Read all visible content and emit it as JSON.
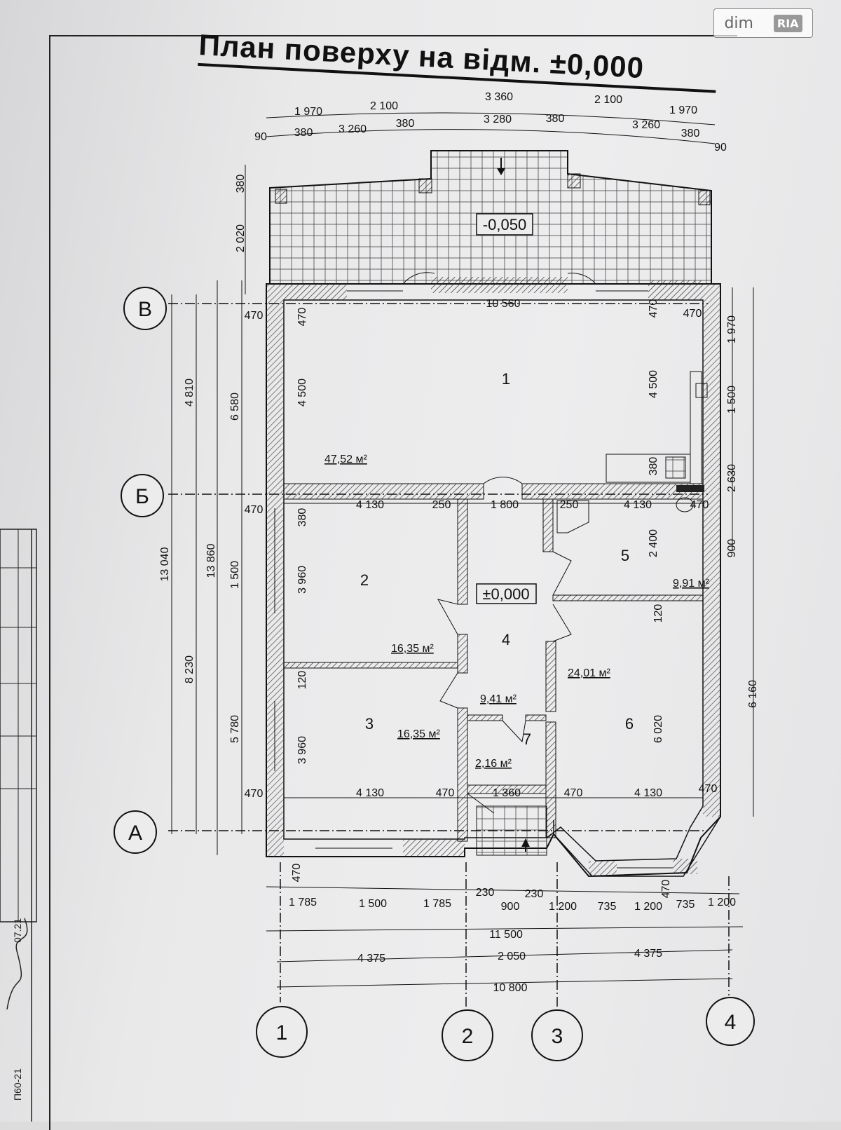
{
  "title": "План поверху на відм.  ±0,000",
  "watermark": {
    "brand": "dim",
    "badge": "RIA"
  },
  "levels": {
    "terrace": "-0,050",
    "floor": "±0,000"
  },
  "axes": {
    "letters": [
      "В",
      "Б",
      "А"
    ],
    "numbers": [
      "1",
      "2",
      "3",
      "4"
    ]
  },
  "rooms": [
    {
      "number": "1",
      "area": "47,52 м²"
    },
    {
      "number": "2",
      "area": "16,35 м²"
    },
    {
      "number": "3",
      "area": "16,35 м²"
    },
    {
      "number": "4",
      "area": "9,41 м²"
    },
    {
      "number": "5",
      "area": "9,91 м²"
    },
    {
      "number": "6",
      "area": "24,01 м²"
    },
    {
      "number": "7",
      "area": "2,16 м²"
    }
  ],
  "dimensions": {
    "top_row1": [
      "1 970",
      "2 100",
      "3 360",
      "2 100",
      "1 970"
    ],
    "top_row2": [
      "90",
      "380",
      "3 260",
      "380",
      "3 280",
      "380",
      "3 260",
      "380",
      "90"
    ],
    "left_terrace": [
      "380",
      "2 020"
    ],
    "left_outer": [
      "13 040",
      "13 860"
    ],
    "left_row1": [
      "4 810",
      "8 230"
    ],
    "left_row2": [
      "6 580",
      "1 500",
      "5 780"
    ],
    "left_row3": [
      "470",
      "470",
      "470",
      "470",
      "470"
    ],
    "left_inner": [
      "470",
      "4 500",
      "380",
      "3 960",
      "120",
      "3 960"
    ],
    "right_inner": [
      "470",
      "4 500",
      "380",
      "2 400",
      "120",
      "6 020",
      "470"
    ],
    "right_outer": [
      "1 970",
      "1 500",
      "2 630",
      "900",
      "6 160"
    ],
    "interior_top": "10 560",
    "interior_mid": [
      "4 130",
      "250",
      "1 800",
      "250",
      "4 130",
      "470"
    ],
    "interior_bottom": [
      "4 130",
      "470",
      "1 360",
      "470",
      "4 130",
      "470"
    ],
    "bottom_row1": [
      "1 785",
      "1 500",
      "1 785",
      "230",
      "900",
      "230",
      "1 200",
      "735",
      "1 200",
      "470",
      "735",
      "1 200"
    ],
    "bottom_total1": "11 500",
    "bottom_row2": [
      "4 375",
      "2 050",
      "4 375"
    ],
    "bottom_total2": "10 800"
  },
  "stamp": {
    "date": "07.21",
    "code": "П60-21"
  },
  "colors": {
    "line": "#111111",
    "hatch": "#333333",
    "paper": "#ececec"
  }
}
